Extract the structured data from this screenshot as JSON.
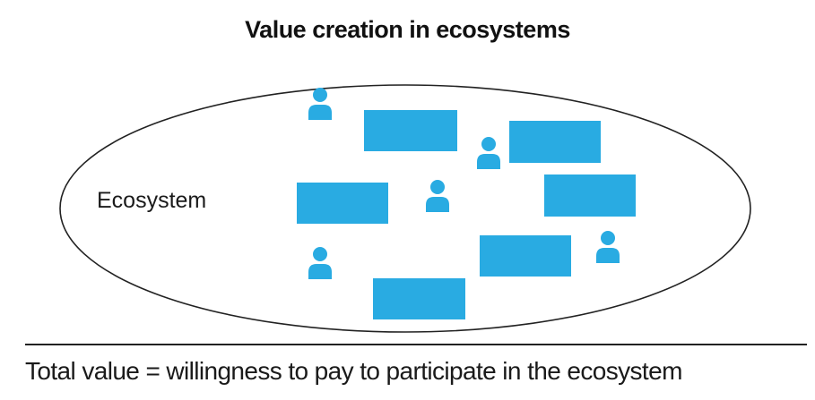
{
  "title": "Value creation in ecosystems",
  "ecosystem_label": "Ecosystem",
  "footer_text": "Total value = willingness to pay to participate in the ecosystem",
  "colors": {
    "accent": "#29abe2",
    "outline": "#222222",
    "background": "#ffffff"
  },
  "icons": {
    "participant": "person-icon",
    "company": "organization-block"
  }
}
